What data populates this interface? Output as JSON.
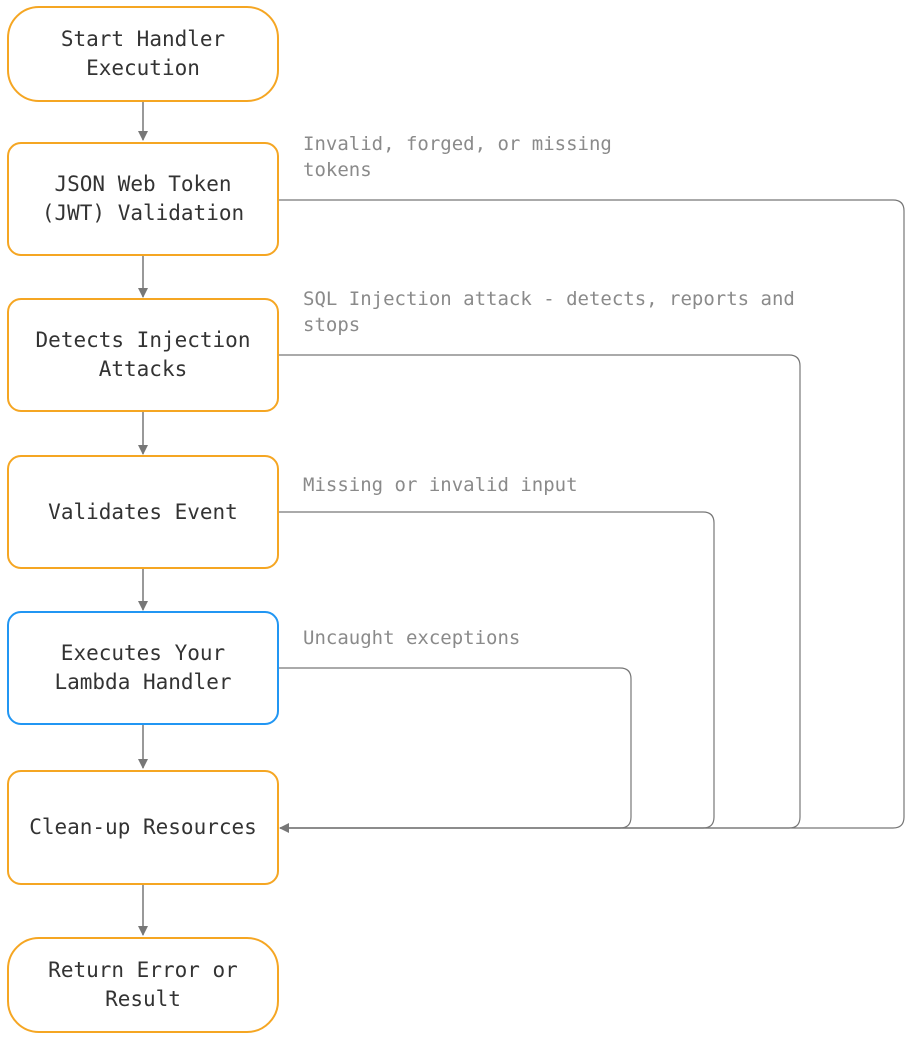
{
  "nodes": {
    "start": "Start Handler\nExecution",
    "jwt": "JSON Web Token\n(JWT) Validation",
    "injection": "Detects Injection\nAttacks",
    "validate": "Validates Event",
    "execute": "Executes Your\nLambda Handler",
    "cleanup": "Clean-up Resources",
    "return": "Return Error or\nResult"
  },
  "edge_labels": {
    "jwt": "Invalid, forged, or missing\ntokens",
    "injection": "SQL Injection attack - detects, reports and\nstops",
    "validate": "Missing or invalid input",
    "execute": "Uncaught exceptions"
  },
  "colors": {
    "box": "#f5a623",
    "highlight": "#2196f3",
    "line": "#777777",
    "label": "#8a8a8a"
  }
}
